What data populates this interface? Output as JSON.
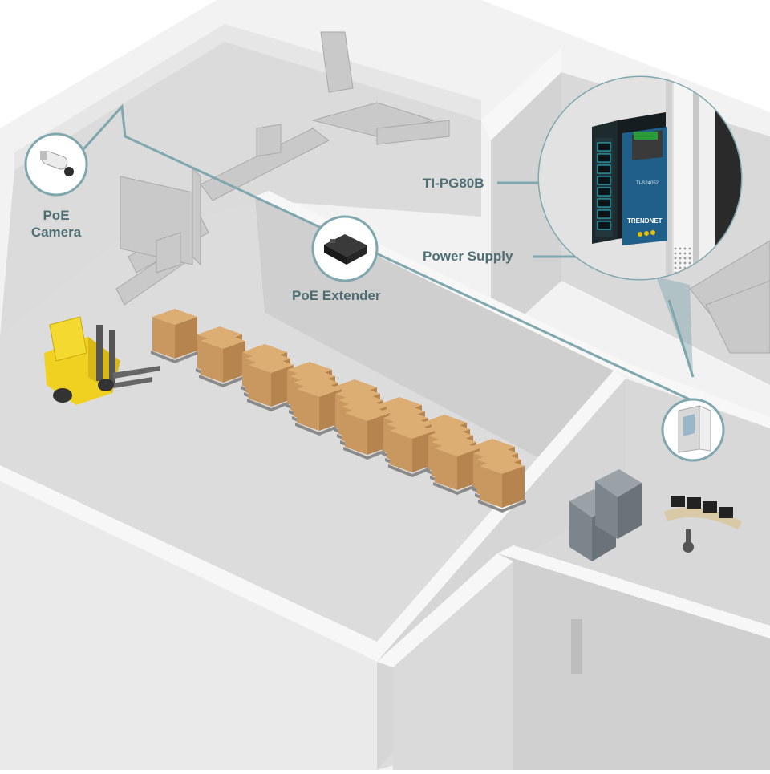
{
  "labels": {
    "camera": [
      "PoE",
      "Camera"
    ],
    "extender": "PoE Extender",
    "switch": "TI-PG80B",
    "power": "Power Supply"
  },
  "device_text": {
    "brand": "TRENDNET",
    "psu_model": "TI-S24052"
  },
  "colors": {
    "connection_line": "#7fa7ad",
    "label_text": "#4f6e74",
    "box": "#c99860",
    "floor": "#dedfdf",
    "wall_top": "#f4f4f4",
    "forklift": "#f0d020",
    "switch_body": "#1d2a2e",
    "psu_body": "#1f5f8a",
    "port_led": "#2cc6d8"
  }
}
